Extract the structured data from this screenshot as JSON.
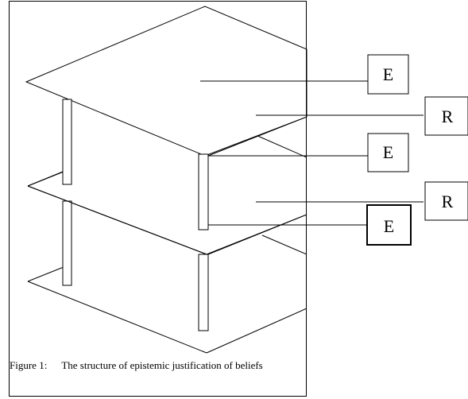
{
  "figure": {
    "caption_label": "Figure 1:",
    "caption_text": "The structure of epistemic justification of beliefs",
    "labels": [
      "E",
      "R",
      "E",
      "R",
      "E"
    ]
  }
}
